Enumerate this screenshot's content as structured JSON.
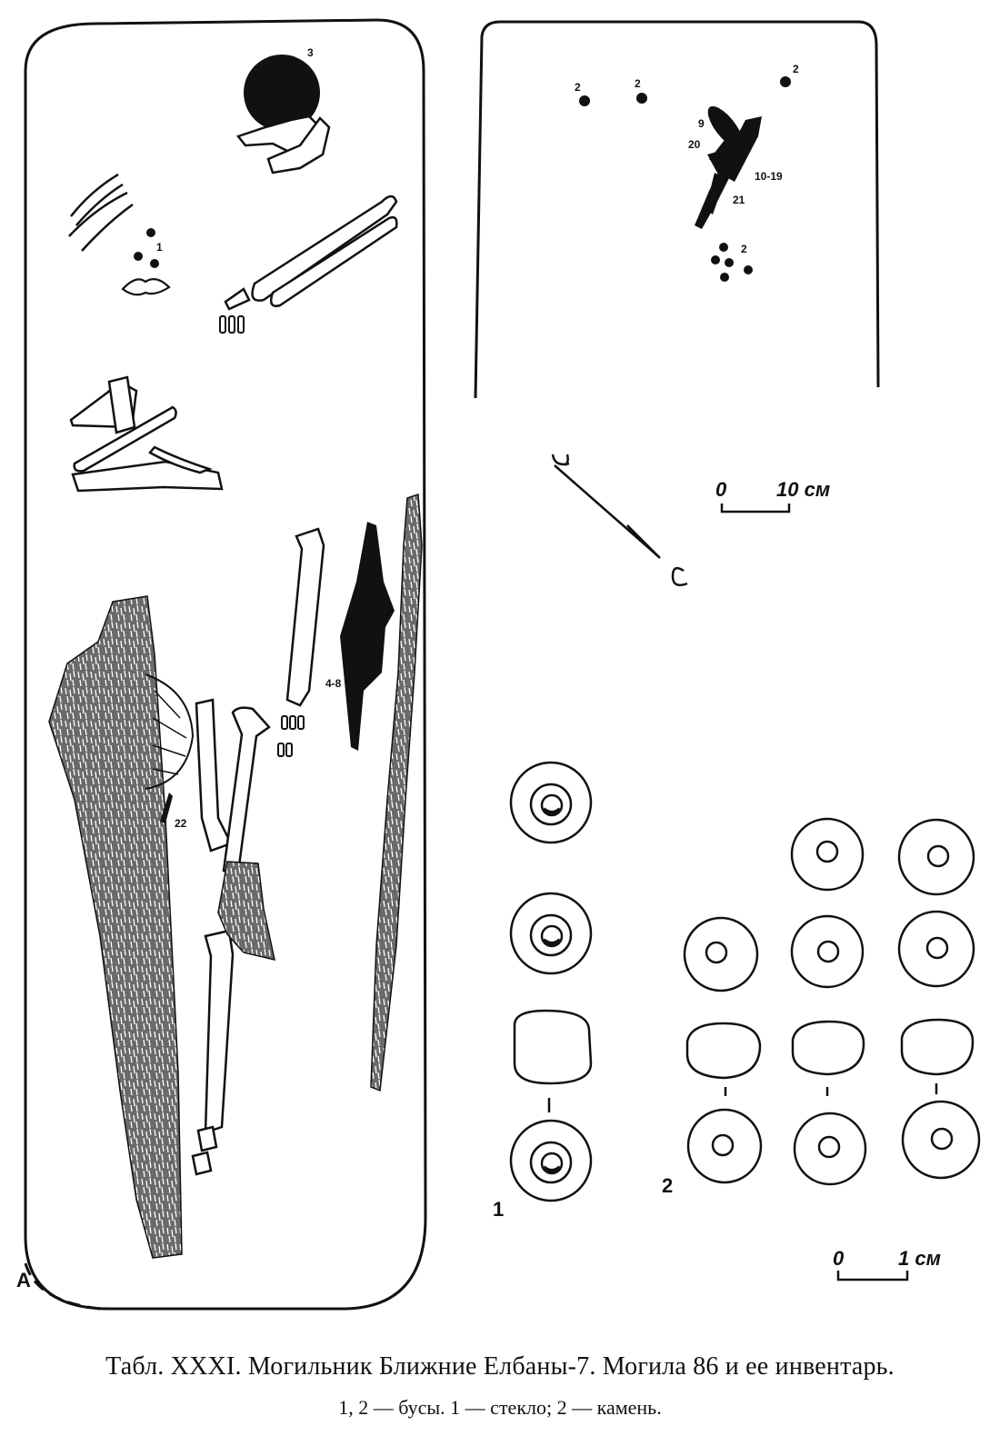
{
  "caption": {
    "line1": "Табл. XXXI. Могильник Ближние Елбаны-7. Могила 86 и ее инвентарь.",
    "line2": "1, 2 — бусы. 1 — стекло; 2 — камень."
  },
  "grave_plan": {
    "panel_letter": "А",
    "finds": {
      "beads_1": "1",
      "pot_3": "3",
      "group_4_8": "4-8",
      "item_22": "22"
    }
  },
  "upper_plan": {
    "finds": {
      "bead_a": "2",
      "bead_b": "2",
      "bead_c": "2",
      "bead_cluster": "2",
      "item_9": "9",
      "item_20": "20",
      "items_10_19": "10-19",
      "item_21": "21"
    }
  },
  "scale_large": {
    "zero": "0",
    "value": "10 см"
  },
  "scale_small": {
    "zero": "0",
    "value": "1 см"
  },
  "bead_groups": {
    "group1_label": "1",
    "group2_label": "2"
  }
}
